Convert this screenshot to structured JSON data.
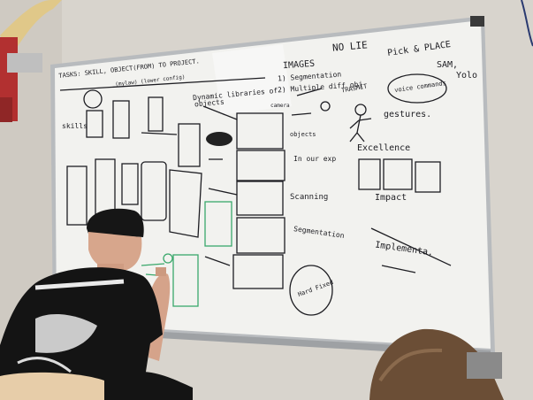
{
  "whiteboard": {
    "header_text": "TASKS: SKILL, OBJECT(FROM) TO  PROJECT.",
    "header_sub": "(mylaw) (lower config)",
    "lines_left": [
      "Dynamic libraries of",
      "objects",
      "skills"
    ],
    "images_block": {
      "title": "IMAGES",
      "line1": "1) Segmentation",
      "line2": "2) Multiple diff obj"
    },
    "top_right": {
      "no_lie": "NO LIE",
      "pick_place": "Pick & PLACE",
      "sam": "SAM,",
      "yolo": "Yolo"
    },
    "labels": {
      "voice_commands": "voice commands",
      "transmitter": "TRASMIT",
      "gestures": "gestures.",
      "excellence": "Excellence",
      "impact": "Impact",
      "in_our_exp": "In our exp",
      "scanning": "Scanning",
      "segmentation": "Segmentation",
      "implementation": "Implementa.",
      "camera": "camera",
      "objects": "objects",
      "hard_fixed": "Hard Fixed"
    }
  },
  "colors": {
    "wall": "#d9d5cf",
    "board": "#f3f3f0",
    "frame": "#b9bcbf",
    "marker_black": "#1d1d22",
    "marker_green": "#3aa86b",
    "shirt": "#151515",
    "skin": "#d9a98f",
    "jacket": "#6b4e36"
  }
}
